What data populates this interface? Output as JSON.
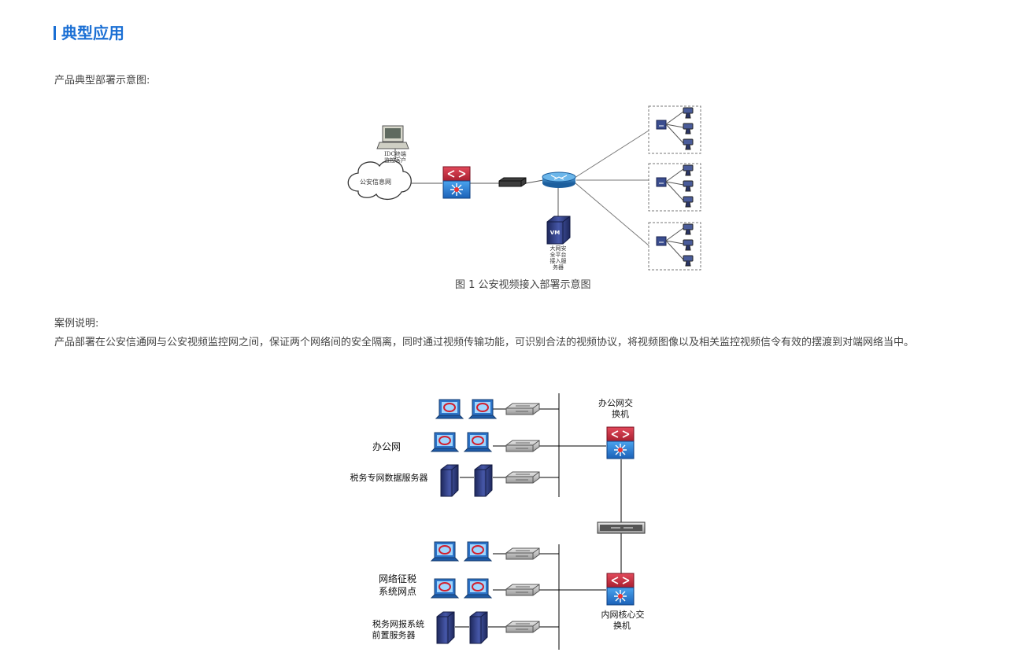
{
  "section": {
    "title": "典型应用"
  },
  "intro": "产品典型部署示意图:",
  "diagram1": {
    "cloud_label": "公安信息网",
    "client_label": [
      "IDC终端",
      "监控客户"
    ],
    "server_label": [
      "大网安",
      "全平台",
      "接入服",
      "务器"
    ],
    "server_badge": "VM",
    "caption": "图 1 公安视频接入部署示意图"
  },
  "case": {
    "heading": "案例说明:",
    "text": "产品部署在公安信通网与公安视频监控网之间，保证两个网络间的安全隔离，同时通过视频传输功能，可识别合法的视频协议，将视频图像以及相关监控视频信令有效的摆渡到对端网络当中。"
  },
  "diagram2": {
    "office_net": "办公网",
    "tax_data_servers": "税务专网数据服务器",
    "office_switch": [
      "办公网交",
      "换机"
    ],
    "tax_net": [
      "网络征税",
      "系统网点"
    ],
    "tax_front_servers": [
      "税务网报系统",
      "前置服务器"
    ],
    "core_switch": [
      "内网核心交",
      "换机"
    ]
  },
  "colors": {
    "accent": "#1a6fd4",
    "switch_red": "#c8263a",
    "switch_blue": "#2f7fd8",
    "server_navy": "#2e3b78"
  }
}
